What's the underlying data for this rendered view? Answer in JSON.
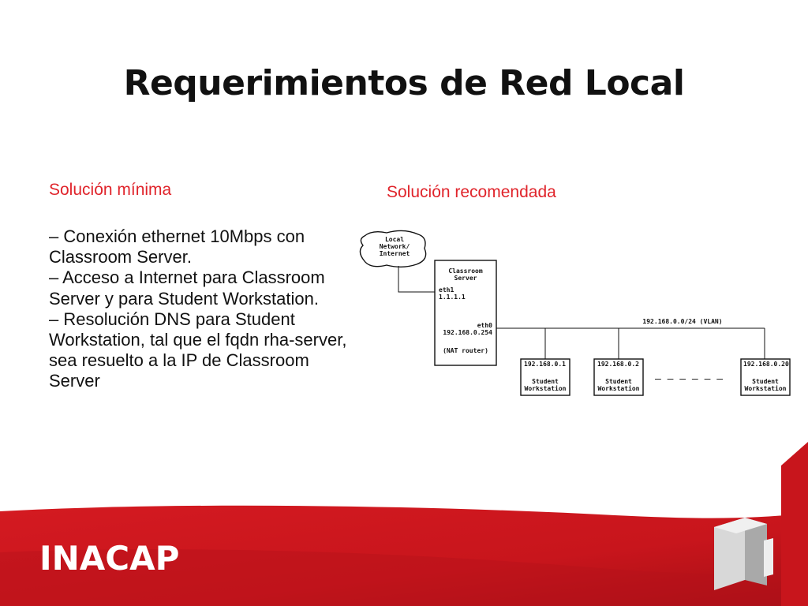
{
  "slide": {
    "title": "Requerimientos de Red Local",
    "left": {
      "heading": "Solución mínima",
      "bullets": [
        "– Conexión ethernet 10Mbps con Classroom Server.",
        "– Acceso a Internet para Classroom Server y para Student Workstation.",
        "– Resolución DNS para Student Workstation, tal que el fqdn rha-server, sea resuelto a la IP de Classroom Server"
      ]
    },
    "right": {
      "heading": "Solución recomendada"
    }
  },
  "diagram": {
    "cloud_lines": [
      "Local",
      "Network/",
      "Internet"
    ],
    "server": {
      "title_lines": [
        "Classroom",
        "Server"
      ],
      "eth1_label": "eth1",
      "eth1_ip": "1.1.1.1",
      "eth0_label": "eth0",
      "eth0_ip": "192.168.0.254",
      "role": "(NAT router)"
    },
    "vlan_label": "192.168.0.0/24 (VLAN)",
    "workstations": [
      {
        "ip": "192.168.0.1",
        "name_lines": [
          "Student",
          "Workstation"
        ]
      },
      {
        "ip": "192.168.0.2",
        "name_lines": [
          "Student",
          "Workstation"
        ]
      },
      {
        "ip": "192.168.0.20",
        "name_lines": [
          "Student",
          "Workstation"
        ]
      }
    ],
    "ellipsis": "– – – – – –"
  },
  "footer": {
    "logo_text": "INACAP"
  },
  "colors": {
    "accent_red": "#e0242b",
    "banner_red": "#c8151c",
    "banner_dark": "#a00e14"
  }
}
